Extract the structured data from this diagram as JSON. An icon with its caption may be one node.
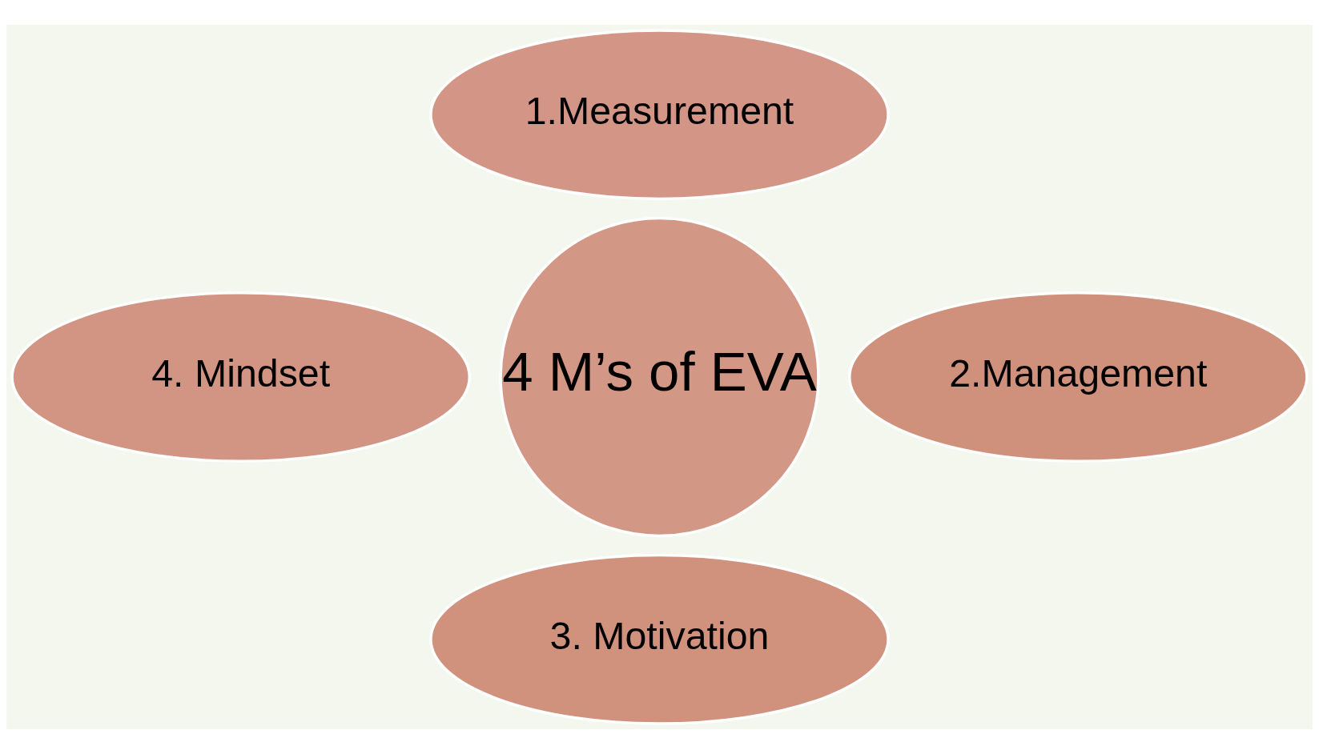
{
  "diagram": {
    "nodes": [
      {
        "text": [
          "4 M’s of EVA"
        ]
      },
      {
        "text": [
          "1.Measurement"
        ]
      },
      {
        "text": [
          "2.Management"
        ]
      },
      {
        "text": [
          "3. Motivation"
        ]
      },
      {
        "text": [
          "4. Mindset"
        ]
      }
    ]
  }
}
